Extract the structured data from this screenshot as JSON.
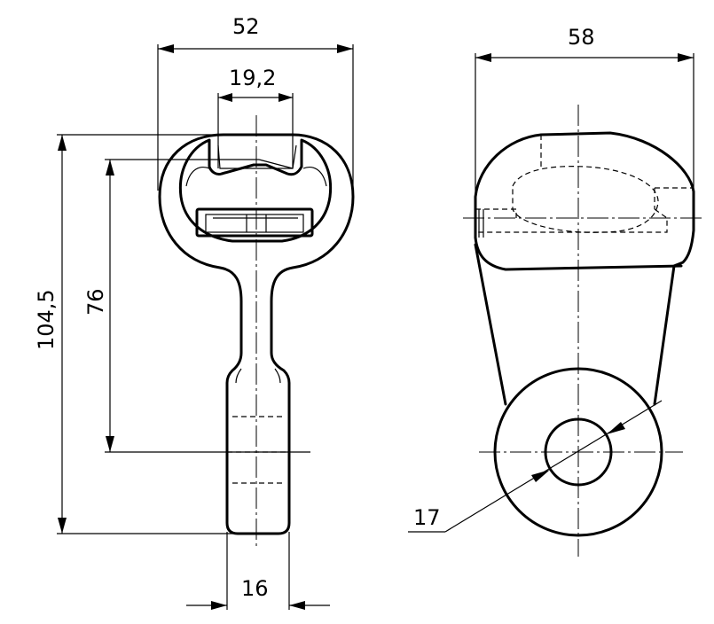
{
  "dimensions": {
    "front_overall_width": "52",
    "front_slot_width": "19,2",
    "front_total_height": "104,5",
    "front_height_to_center": "76",
    "front_shank_width": "16",
    "side_overall_width": "58",
    "side_hole_diameter": "17"
  }
}
